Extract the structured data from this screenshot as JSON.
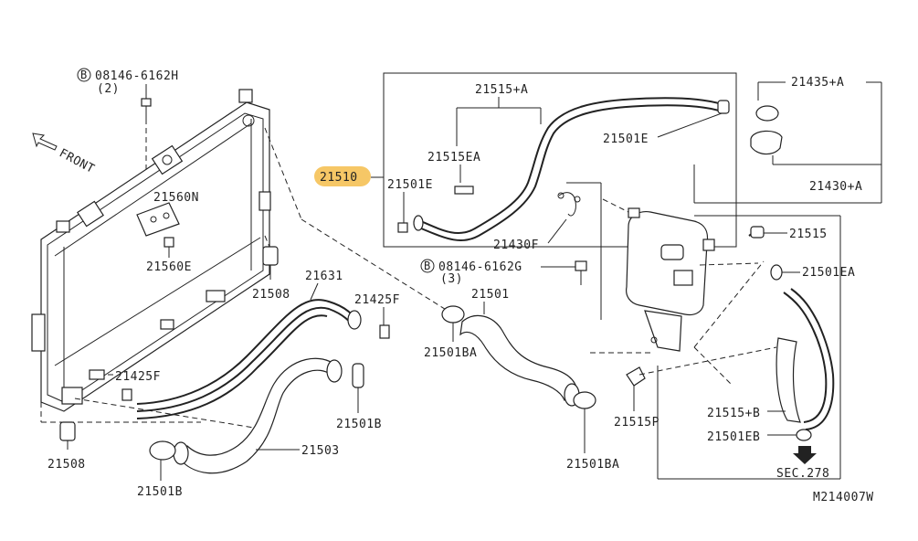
{
  "front_label": "FRONT",
  "diagram_id": "M214007W",
  "labels": {
    "bolt_top": "08146-6162H",
    "bolt_top_qty": "(2)",
    "bolt_mid": "08146-6162G",
    "bolt_mid_qty": "(3)",
    "p21560N": "21560N",
    "p21560E": "21560E",
    "p21508_a": "21508",
    "p21508_b": "21508",
    "p21631": "21631",
    "p21425F_a": "21425F",
    "p21425F_b": "21425F",
    "p21501B_a": "21501B",
    "p21501B_b": "21501B",
    "p21503": "21503",
    "p21510": "21510",
    "p21515A": "21515+A",
    "p21515EA": "21515EA",
    "p21501E_a": "21501E",
    "p21501E_b": "21501E",
    "p21430F": "21430F",
    "p21501": "21501",
    "p21501BA_a": "21501BA",
    "p21501BA_b": "21501BA",
    "p21515P": "21515P",
    "p21435A": "21435+A",
    "p21430A": "21430+A",
    "p21515": "21515",
    "p21501EA": "21501EA",
    "p21515B": "21515+B",
    "p21501EB": "21501EB",
    "sec": "SEC.278"
  },
  "colors": {
    "highlight": "#f6c766",
    "ink": "#222222"
  }
}
